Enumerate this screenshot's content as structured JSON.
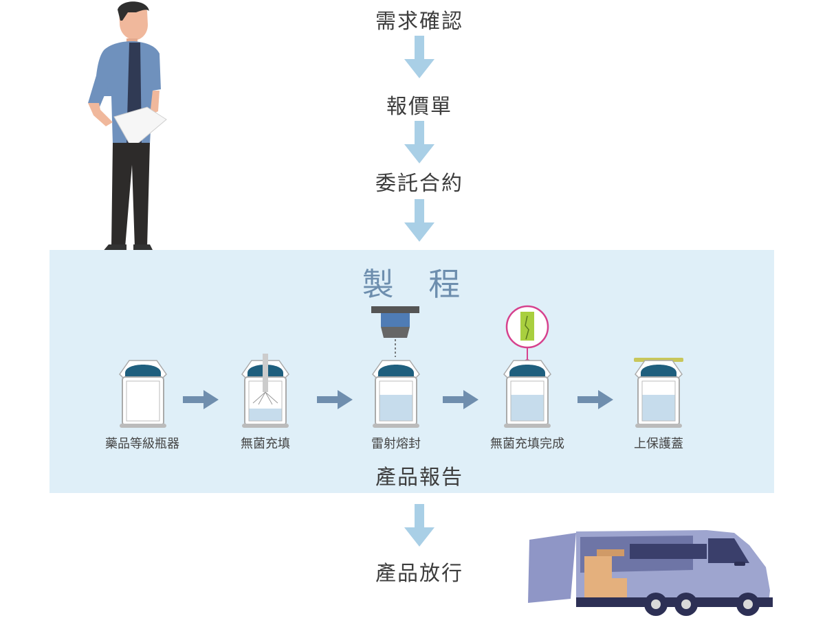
{
  "flow": {
    "steps_top": [
      "需求確認",
      "報價單",
      "委託合約"
    ],
    "process_title": "製 程",
    "stages": [
      "藥品等級瓶器",
      "無菌充填",
      "雷射熔封",
      "無菌充填完成",
      "上保護蓋"
    ],
    "report": "產品報告",
    "release": "產品放行"
  },
  "icons": {
    "person": "person-holding-paper-icon",
    "truck": "delivery-truck-icon",
    "arrow": "down-arrow-icon"
  },
  "colors": {
    "panel_bg": "#dfeff8",
    "arrow": "#a9cfe6",
    "title": "#6d8eae",
    "cap": "#1f5f7e",
    "liquid": "#c6dcec"
  }
}
